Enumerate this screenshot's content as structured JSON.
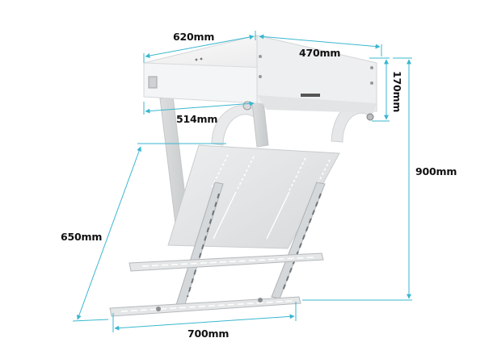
{
  "product": {
    "description": "Motorized ceiling flip-down TV mount with dimension annotations",
    "dimension_line_color": "#3ab7cf",
    "body_color": "#f2f3f4"
  },
  "dimensions": {
    "top_width": "620mm",
    "top_depth": "470mm",
    "box_height": "170mm",
    "inner_width": "514mm",
    "total_height": "900mm",
    "arm_length": "650mm",
    "bracket_width": "700mm"
  }
}
